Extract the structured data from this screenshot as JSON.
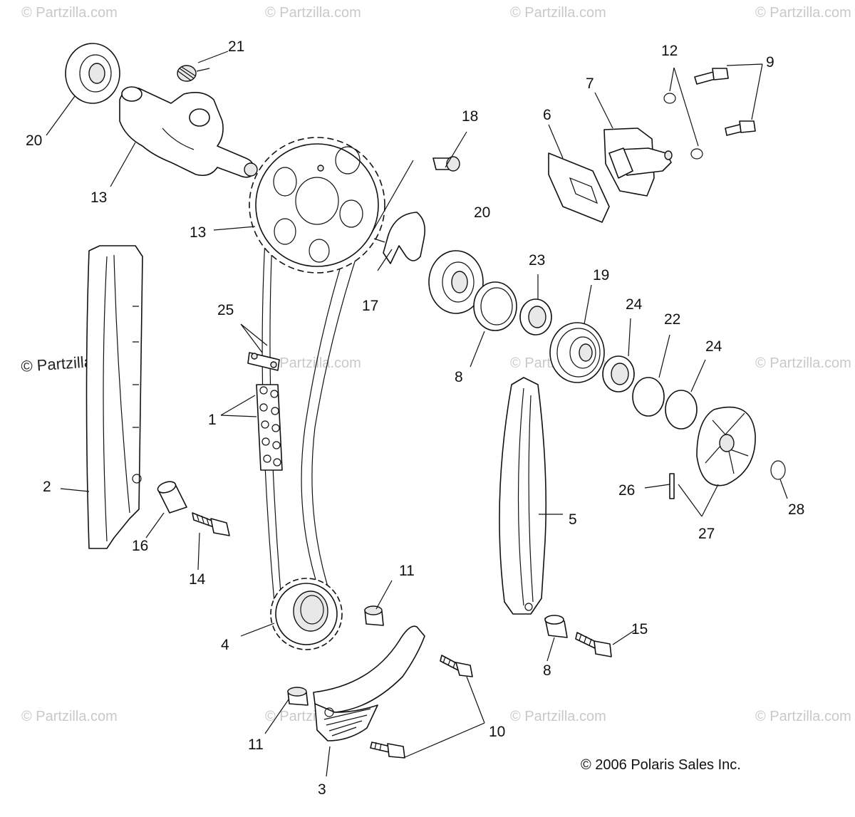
{
  "watermarks": {
    "text": "© Partzilla.com",
    "prominent": "© Partzilla.com"
  },
  "copyright": "© 2006 Polaris Sales Inc.",
  "callouts": [
    {
      "id": "c1",
      "label": "1"
    },
    {
      "id": "c2",
      "label": "2"
    },
    {
      "id": "c3",
      "label": "3"
    },
    {
      "id": "c4",
      "label": "4"
    },
    {
      "id": "c5",
      "label": "5"
    },
    {
      "id": "c6",
      "label": "6"
    },
    {
      "id": "c7",
      "label": "7"
    },
    {
      "id": "c8a",
      "label": "8"
    },
    {
      "id": "c8b",
      "label": "8"
    },
    {
      "id": "c9",
      "label": "9"
    },
    {
      "id": "c10",
      "label": "10"
    },
    {
      "id": "c11a",
      "label": "11"
    },
    {
      "id": "c11b",
      "label": "11"
    },
    {
      "id": "c12",
      "label": "12"
    },
    {
      "id": "c13a",
      "label": "13"
    },
    {
      "id": "c13b",
      "label": "13"
    },
    {
      "id": "c14",
      "label": "14"
    },
    {
      "id": "c15",
      "label": "15"
    },
    {
      "id": "c16",
      "label": "16"
    },
    {
      "id": "c17",
      "label": "17"
    },
    {
      "id": "c18",
      "label": "18"
    },
    {
      "id": "c19",
      "label": "19"
    },
    {
      "id": "c20a",
      "label": "20"
    },
    {
      "id": "c20b",
      "label": "20"
    },
    {
      "id": "c21",
      "label": "21"
    },
    {
      "id": "c22",
      "label": "22"
    },
    {
      "id": "c23",
      "label": "23"
    },
    {
      "id": "c24a",
      "label": "24"
    },
    {
      "id": "c24b",
      "label": "24"
    },
    {
      "id": "c25",
      "label": "25"
    },
    {
      "id": "c26",
      "label": "26"
    },
    {
      "id": "c27",
      "label": "27"
    },
    {
      "id": "c28",
      "label": "28"
    }
  ]
}
